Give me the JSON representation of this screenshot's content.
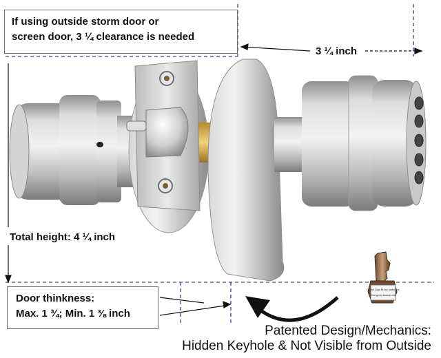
{
  "callouts": {
    "storm_door": [
      "If using outside storm door or",
      "screen door, 3 ¼ clearance is needed"
    ],
    "door_thickness": [
      "Door thinkness:",
      "Max. 1 ¾; Min. 1 ⅜ inch"
    ]
  },
  "dimensions": {
    "width": "3 ¼ inch",
    "total_height": "Total height: 4 ¼ inch"
  },
  "tagline": [
    "Patented Design/Mechanics:",
    "Hidden Keyhole & Not Visible from Outside"
  ],
  "key_tag": {
    "line1": "Do Not Copy for key holder use",
    "line2": "Emergency backup only"
  },
  "colors": {
    "dimension_line": "#3a3fa0",
    "metal_light": "#e4e4e4",
    "metal_dark": "#8d8d8d",
    "brass": "#d9b24a"
  }
}
